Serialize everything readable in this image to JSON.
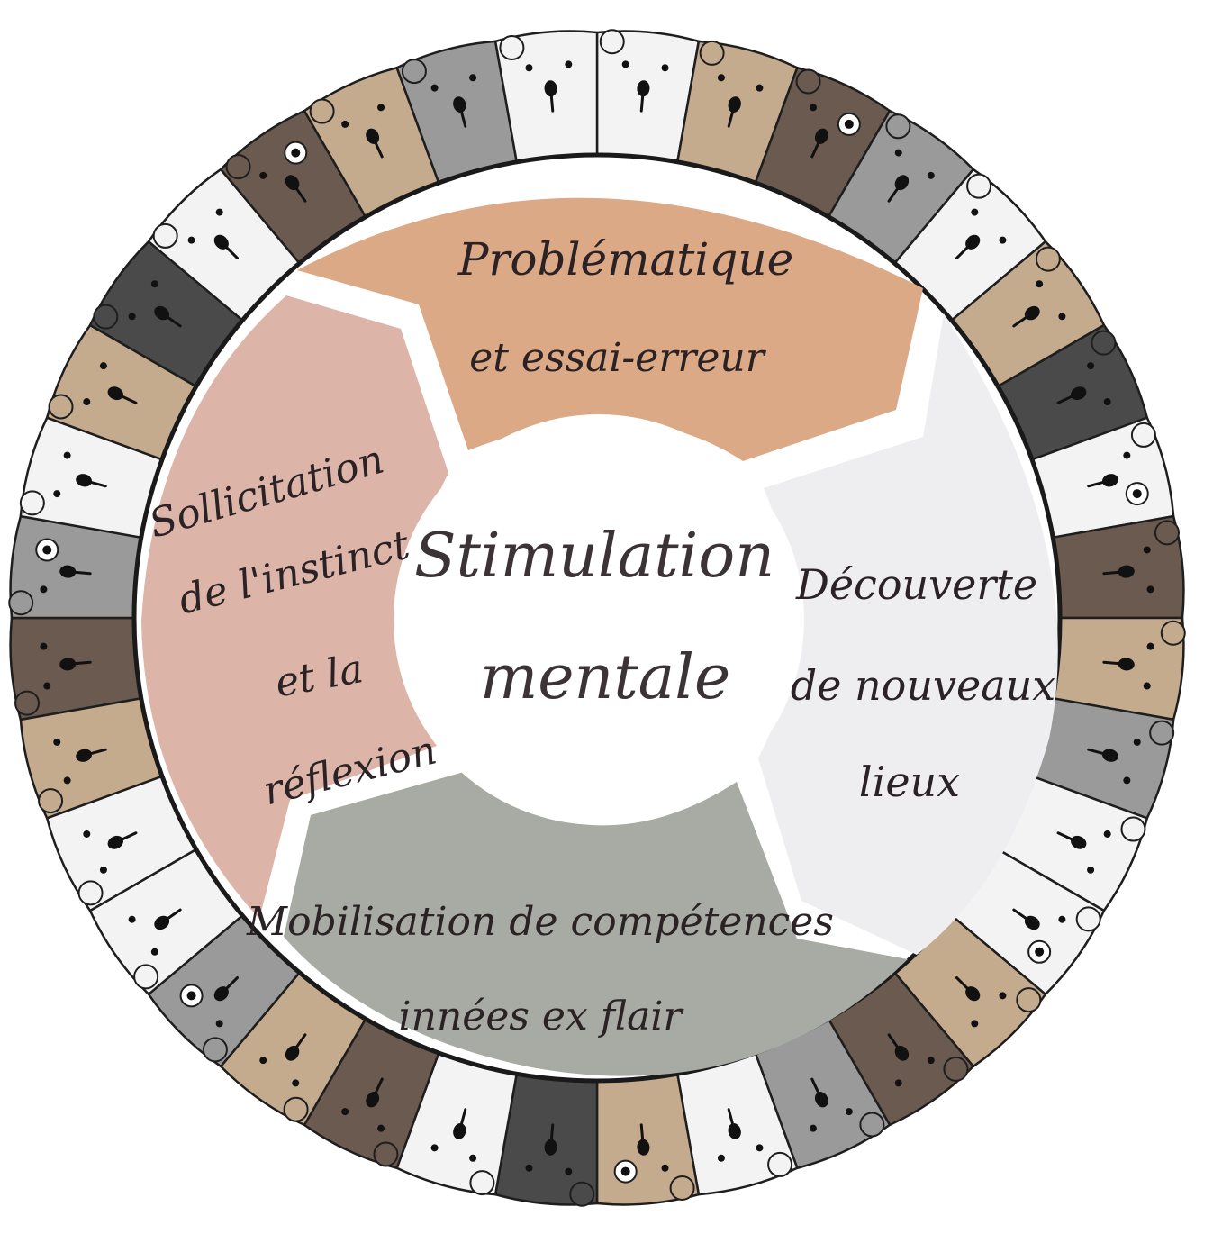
{
  "center": {
    "line1": "Stimulation",
    "line2": "mentale"
  },
  "segments": [
    {
      "id": "top",
      "color": "#DCA986",
      "lines": [
        "Problématique",
        "et essai-erreur"
      ]
    },
    {
      "id": "right",
      "color": "#EEEEF0",
      "lines": [
        "Découverte",
        "de nouveaux",
        "lieux"
      ]
    },
    {
      "id": "bottom",
      "color": "#A7ABA3",
      "lines": [
        "Mobilisation de compétences",
        "innées ex flair"
      ]
    },
    {
      "id": "left",
      "color": "#DDB4A8",
      "lines": [
        "Sollicitation",
        "de l'instinct",
        "et la",
        "réflexion"
      ]
    }
  ],
  "dog_border": {
    "fur_colors": [
      "#F3F3F3",
      "#C4AB8E",
      "#6B5A4F",
      "#9A9A9A",
      "#4A4A4A"
    ],
    "outline_color": "#1E1E1E"
  }
}
